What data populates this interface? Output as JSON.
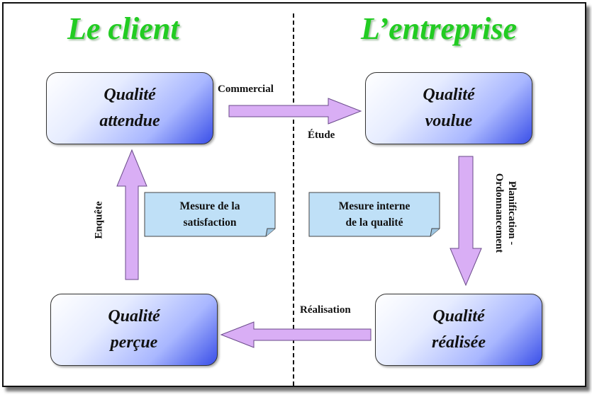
{
  "titles": {
    "client": "Le client",
    "entreprise": "L’entreprise"
  },
  "boxes": {
    "attendue": "Qualité\nattendue",
    "voulue": "Qualité\nvoulue",
    "percue": "Qualité\nperçue",
    "realisee": "Qualité\nréalisée"
  },
  "notes": {
    "satisfaction": "Mesure de la\nsatisfaction",
    "interne": "Mesure interne\nde la qualité"
  },
  "labels": {
    "commercial": "Commercial",
    "etude": "Étude",
    "realisation": "Réalisation",
    "enquete": "Enquête",
    "planification": "Planification -\nOrdonnancement"
  },
  "colors": {
    "title_green": "#22cc22",
    "arrow_fill": "#d9aef5",
    "box_gradient_end": "#3a4fe8",
    "note_fill": "#bfe0f7"
  }
}
